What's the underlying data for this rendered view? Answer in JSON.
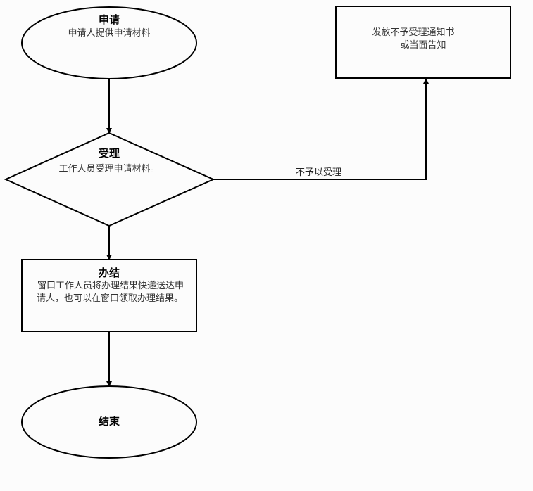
{
  "nodes": {
    "apply": {
      "title": "申请",
      "desc": "申请人提供申请材料"
    },
    "accept": {
      "title": "受理",
      "desc": "工作人员受理申请材料。"
    },
    "complete": {
      "title": "办结",
      "desc_line1": "窗口工作人员将办理结果快递送达申",
      "desc_line2": "请人，也可以在窗口领取办理结果。"
    },
    "end": {
      "title": "结束"
    },
    "reject": {
      "desc_line1": "发放不予受理通知书",
      "desc_line2": "或当面告知"
    }
  },
  "edges": {
    "reject_label": "不予以受理"
  }
}
